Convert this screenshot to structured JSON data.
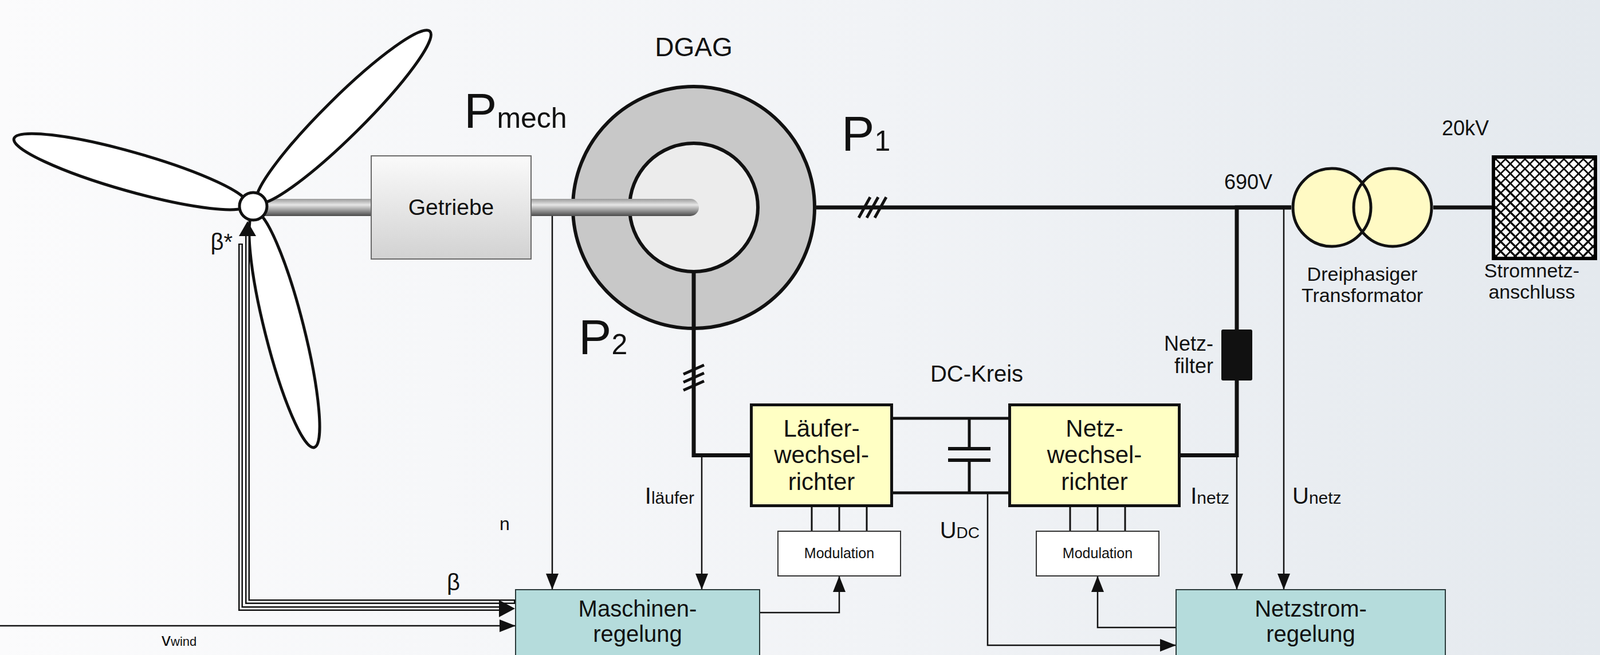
{
  "diagram": {
    "nodes": [
      {
        "text": [
          "Getriebe"
        ]
      },
      {
        "text": [
          "DGAG"
        ]
      },
      {
        "text": [
          "Dreiphasiger Transformator"
        ]
      },
      {
        "text": [
          "Stromnetz- anschluss"
        ]
      },
      {
        "text": [
          "Netz- filter"
        ]
      },
      {
        "text": [
          "Läufer- wechsel- richter"
        ]
      },
      {
        "text": [
          "Netz- wechsel- richter"
        ]
      },
      {
        "text": [
          "Modulation"
        ]
      },
      {
        "text": [
          "Modulation"
        ]
      },
      {
        "text": [
          "Maschinen- regelung"
        ]
      },
      {
        "text": [
          "Netzstrom- regelung"
        ]
      }
    ],
    "edges": [
      {
        "from": 0,
        "to": 1,
        "arrow": "none"
      },
      {
        "from": 1,
        "to": 2,
        "arrow": "none"
      },
      {
        "from": 2,
        "to": 3,
        "arrow": "none"
      },
      {
        "from": 1,
        "to": 5,
        "arrow": "none"
      },
      {
        "from": 6,
        "to": 4,
        "arrow": "none"
      },
      {
        "from": 4,
        "to": 2,
        "arrow": "none"
      },
      {
        "from": 5,
        "to": 7,
        "arrow": "none"
      },
      {
        "from": 6,
        "to": 8,
        "arrow": "none"
      },
      {
        "from": 9,
        "to": 7,
        "arrow": "to"
      },
      {
        "from": 10,
        "to": 8,
        "arrow": "to"
      }
    ],
    "labels": [
      "Pmech",
      "P1",
      "P2",
      "690V",
      "20kV",
      "DC-Kreis",
      "n",
      "Iläufer",
      "UDC",
      "Inetz",
      "Unetz",
      "β*",
      "β",
      "vwind"
    ]
  }
}
